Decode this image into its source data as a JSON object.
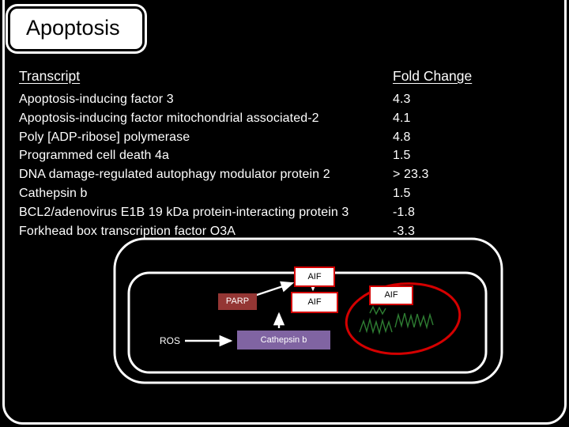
{
  "title": "Apoptosis",
  "table": {
    "col1_header": "Transcript",
    "col2_header": "Fold Change",
    "rows": [
      {
        "transcript": "Apoptosis-inducing factor 3",
        "fold": "4.3"
      },
      {
        "transcript": "Apoptosis-inducing factor mitochondrial associated-2",
        "fold": "4.1"
      },
      {
        "transcript": "Poly [ADP-ribose] polymerase",
        "fold": "4.8"
      },
      {
        "transcript": "Programmed cell death 4a",
        "fold": "1.5"
      },
      {
        "transcript": "DNA damage-regulated autophagy modulator protein 2",
        "fold": "> 23.3"
      },
      {
        "transcript": "Cathepsin b",
        "fold": "1.5"
      },
      {
        "transcript": "BCL2/adenovirus E1B 19 kDa protein-interacting protein 3",
        "fold": "-1.8"
      },
      {
        "transcript": "Forkhead box transcription factor O3A",
        "fold": "-3.3"
      }
    ]
  },
  "diagram": {
    "aif_top": "AIF",
    "aif_mid": "AIF",
    "aif_nucleus": "AIF",
    "parp": "PARP",
    "ros": "ROS",
    "cathepsin": "Cathepsin b"
  },
  "colors": {
    "background": "#000000",
    "frame": "#ffffff",
    "title_fill": "#ffffff",
    "title_text": "#000000",
    "red_accent": "#d40000",
    "parp_fill": "#943634",
    "cathepsin_fill": "#8064a2",
    "squiggle_green": "#2e7d32"
  }
}
